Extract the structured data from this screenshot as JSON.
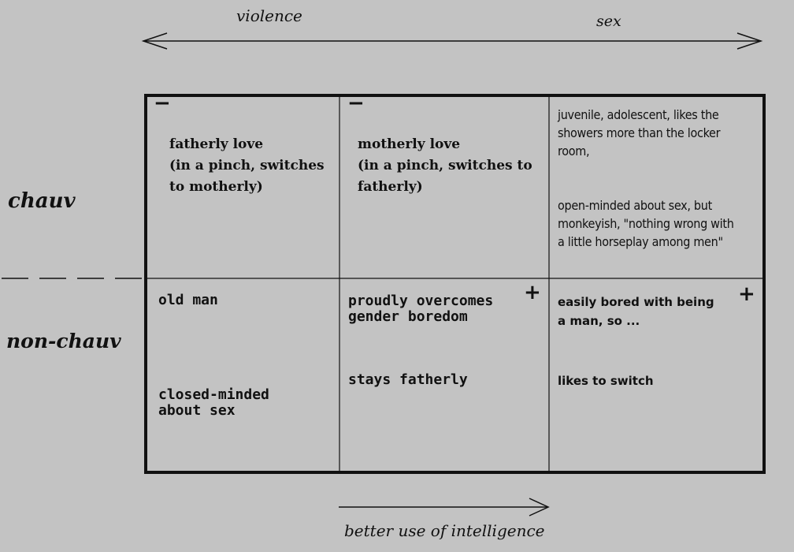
{
  "axes": {
    "top_left_label": "violence",
    "top_right_label": "sex",
    "bottom_label": "better use of intelligence"
  },
  "rows": {
    "top": "chauv",
    "bottom": "non-chauv"
  },
  "cells": {
    "top_left": {
      "sign": "−",
      "lines": [
        "fatherly love",
        "(in a pinch, switches",
        "to motherly)"
      ]
    },
    "top_middle": {
      "sign": "−",
      "lines": [
        "motherly love",
        "(in a pinch, switches to",
        "fatherly)"
      ]
    },
    "top_right": {
      "para1": [
        "juvenile, adolescent, likes the",
        "showers more than the locker",
        "room,"
      ],
      "para2": [
        "open-minded about sex, but",
        "monkeyish, \"nothing wrong with",
        "a little horseplay among men\""
      ]
    },
    "bottom_left": {
      "line1": "old man",
      "line2a": "closed-minded",
      "line2b": "about sex"
    },
    "bottom_middle": {
      "sign": "+",
      "line1a": "proudly overcomes",
      "line1b": "gender boredom",
      "line2": "stays fatherly"
    },
    "bottom_right": {
      "sign": "+",
      "line1a": "easily bored with being",
      "line1b": "a man, so ...",
      "line2": "likes to switch"
    }
  }
}
